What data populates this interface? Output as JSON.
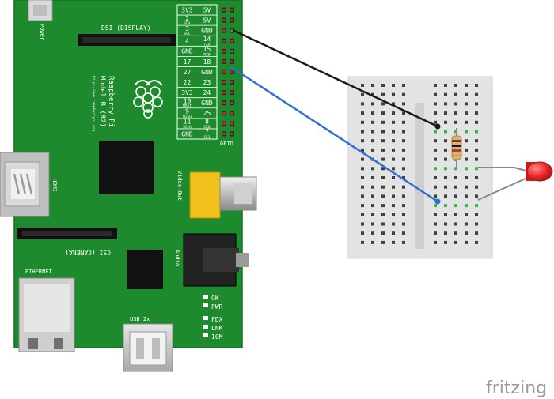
{
  "board": {
    "power_label": "Power",
    "dsi_label": "DSI (DISPLAY)",
    "model_line1": "Raspberry Pi",
    "model_line2": "Model B (R2)",
    "url": "http://www.raspberrypi.org",
    "hdmi_label": "HDMI",
    "video_label": "Video-Out",
    "audio_label": "Audio",
    "csi_label": "CSI (CAMERA)",
    "ethernet_label": "ETHERNET",
    "usb_label": "USB 2x",
    "gpio_label": "GPIO",
    "leds": [
      "OK",
      "PWR",
      "FDX",
      "LNK",
      "10M"
    ]
  },
  "gpio_pins": [
    {
      "left": "3V3",
      "right": "5V"
    },
    {
      "left": "2",
      "left_sub": "SDA",
      "right": "5V"
    },
    {
      "left": "3",
      "left_sub": "SCL",
      "right": "GND"
    },
    {
      "left": "4",
      "right": "14",
      "right_sub": "TXD"
    },
    {
      "left": "GND",
      "right": "15",
      "right_sub": "RXD"
    },
    {
      "left": "17",
      "right": "18"
    },
    {
      "left": "27",
      "right": "GND"
    },
    {
      "left": "22",
      "right": "23"
    },
    {
      "left": "3V3",
      "right": "24"
    },
    {
      "left": "10",
      "left_sub": "MOSI",
      "right": "GND"
    },
    {
      "left": "9",
      "left_sub": "MISO",
      "right": "25"
    },
    {
      "left": "11",
      "left_sub": "SCLK",
      "right": "8",
      "right_sub": "CE0"
    },
    {
      "left": "GND",
      "right": "7",
      "right_sub": "CE1"
    }
  ],
  "wires": [
    {
      "name": "gnd-wire",
      "color": "#1a1a1a"
    },
    {
      "name": "gpio18-wire",
      "color": "#2f6fd0"
    }
  ],
  "colors": {
    "board": "#1e8a2e",
    "board_edge": "#16701f",
    "led": "#e8282a",
    "breadboard": "#e3e3e3"
  },
  "watermark": "fritzing"
}
